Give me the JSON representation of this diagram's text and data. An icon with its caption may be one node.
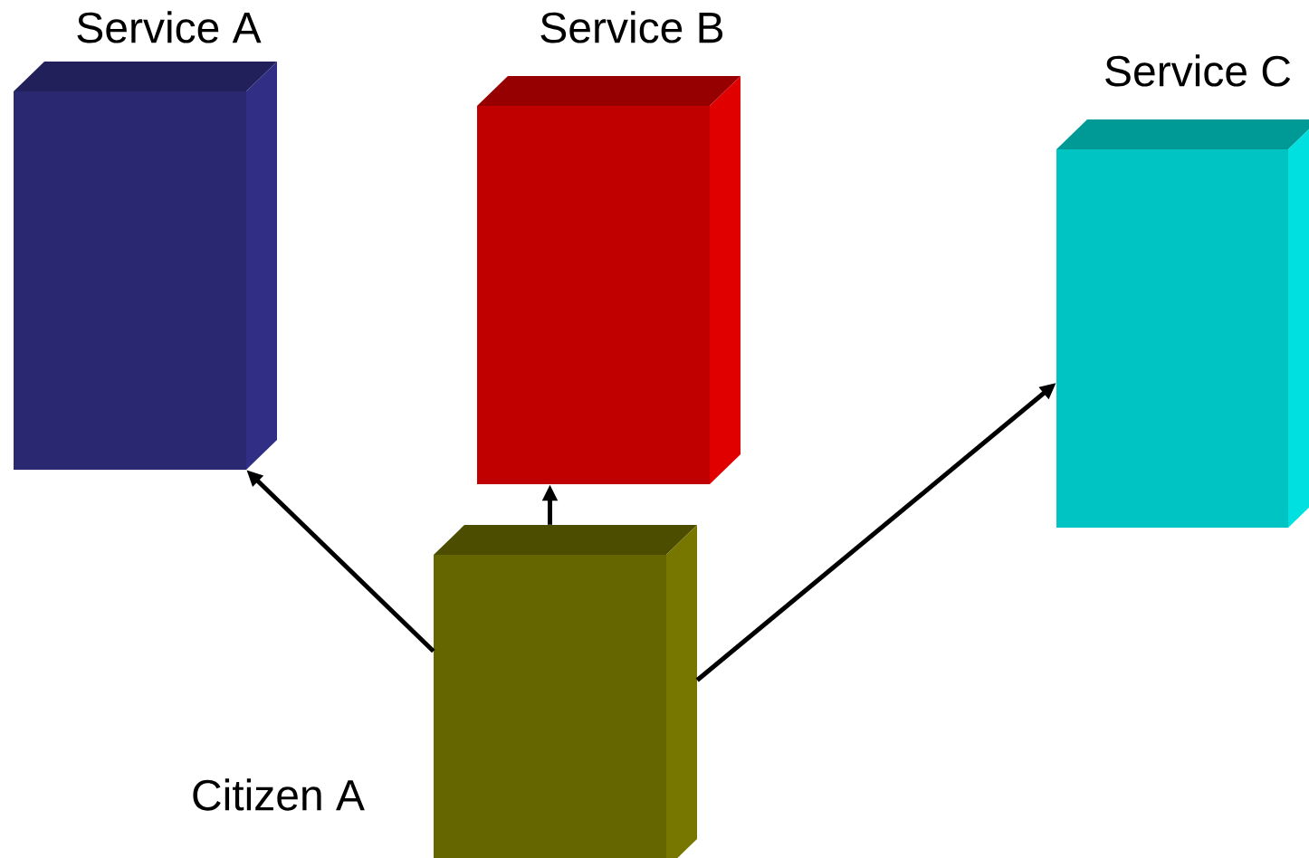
{
  "diagram": {
    "nodes": [
      {
        "text": [
          "Service A"
        ]
      },
      {
        "text": [
          "Service B"
        ]
      },
      {
        "text": [
          "Service C"
        ]
      },
      {
        "text": [],
        "shape": "box",
        "beside": [
          "Citizen A"
        ]
      }
    ],
    "edges": [
      {
        "from": 3,
        "to": 0,
        "arrow": "to"
      },
      {
        "from": 3,
        "to": 1,
        "arrow": "to"
      },
      {
        "from": 3,
        "to": 2,
        "arrow": "to"
      }
    ]
  }
}
